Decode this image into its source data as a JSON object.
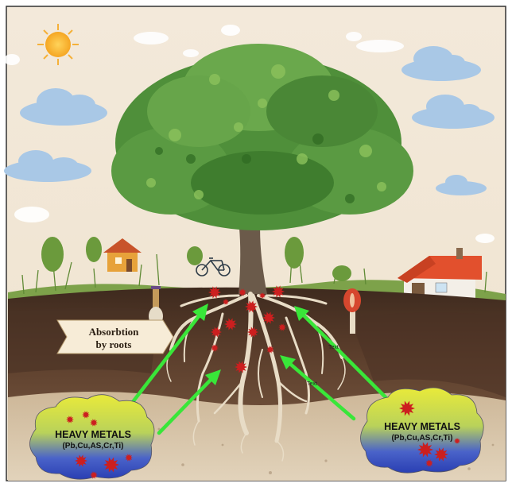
{
  "absorption_label": {
    "line1": "Absorbtion",
    "line2": "by roots"
  },
  "heavy_metals_left": {
    "title": "HEAVY METALS",
    "list": "(Pb,Cu,AS,Cr,Ti)"
  },
  "heavy_metals_right": {
    "title": "HEAVY METALS",
    "list": "(Pb,Cu,AS,Cr,Ti)"
  },
  "arrow_tags": {
    "upper": "Text",
    "lower": "Text"
  },
  "colors": {
    "sky": "#f1e6d6",
    "soil_top": "#4a3325",
    "soil_deep": "#6b4a35",
    "subsoil": "#c9b394",
    "arrow": "#39e639",
    "metal": "#cc1f1f",
    "foliage": "#4f8f3a",
    "trunk": "#6b5a4a",
    "root": "#e8dcc6",
    "cloud": "#a9c8e6"
  },
  "icons": [
    "sun-icon",
    "cloud-icon",
    "tree-icon",
    "house-icon",
    "bicycle-icon",
    "mushroom-icon",
    "heavy-metal-particle-icon"
  ]
}
